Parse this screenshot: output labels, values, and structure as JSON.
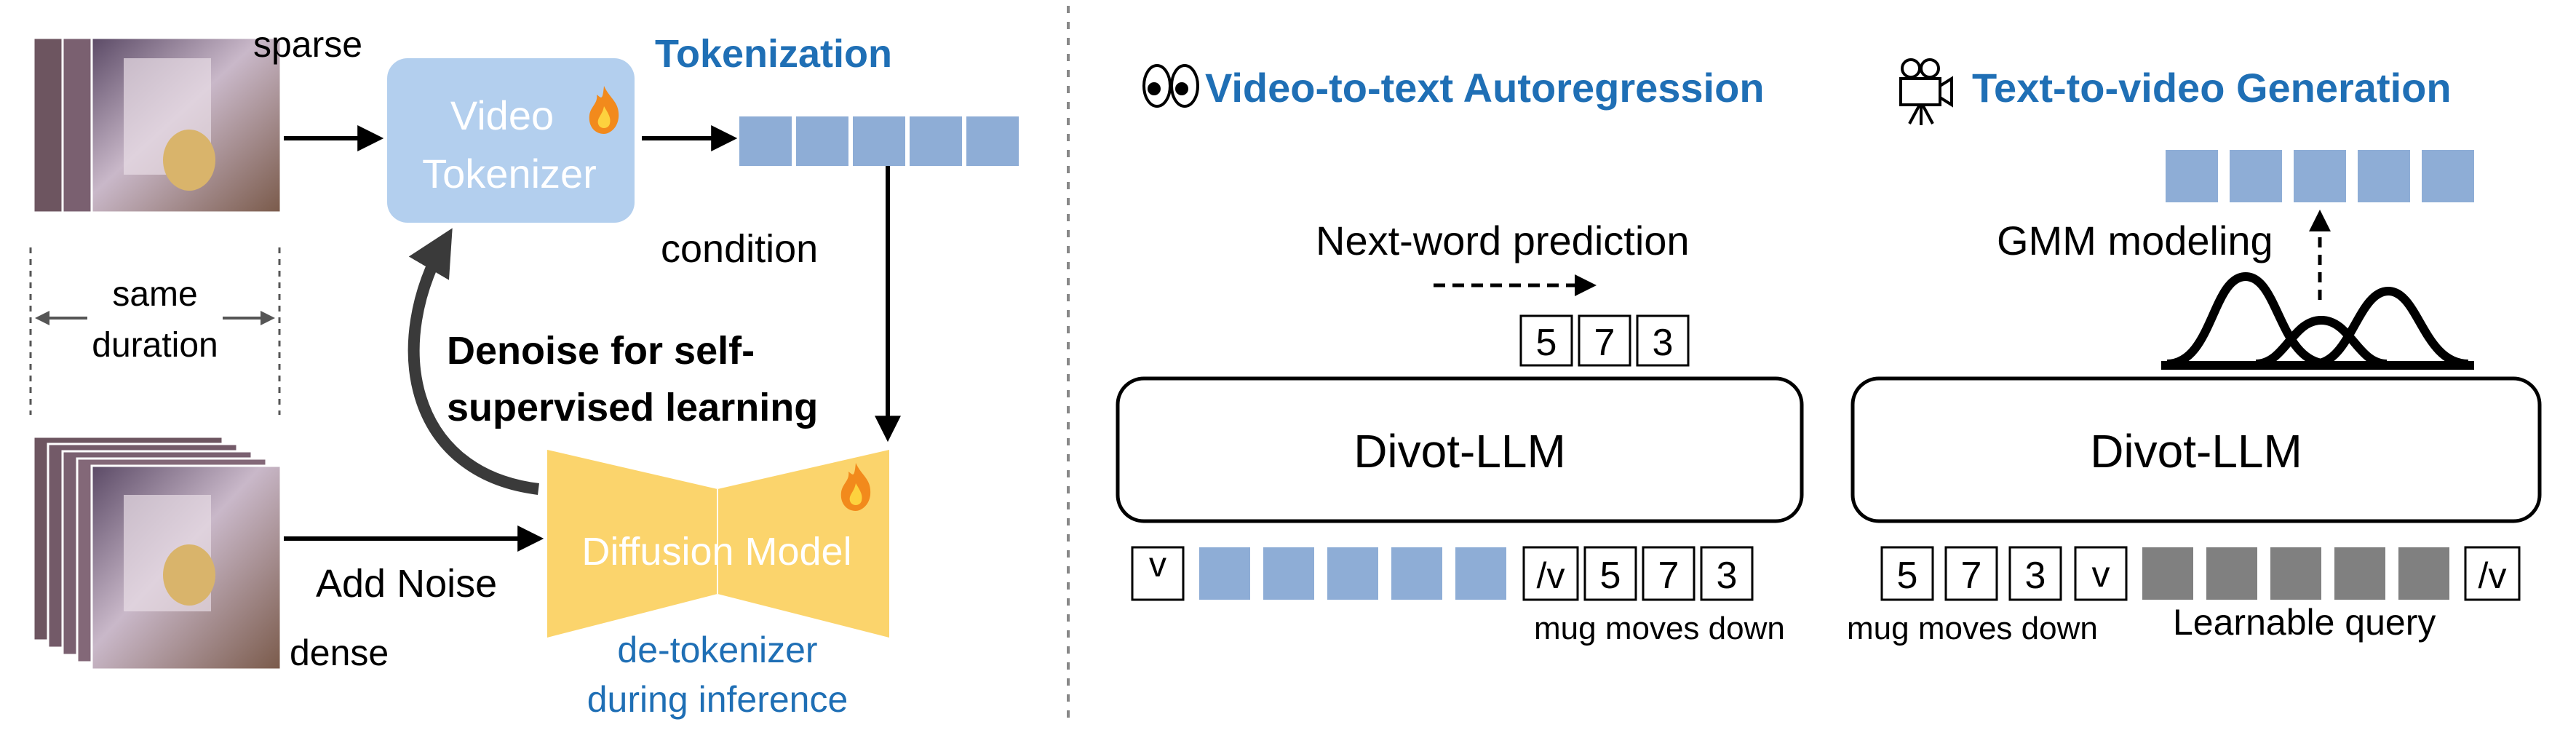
{
  "left_panel": {
    "sparse_label": "sparse",
    "dense_label": "dense",
    "same_label_1": "same",
    "same_label_2": "duration",
    "tokenizer_line1": "Video",
    "tokenizer_line2": "Tokenizer",
    "tokenization_title": "Tokenization",
    "condition_label": "condition",
    "denoise_line1": "Denoise for self-",
    "denoise_line2": "supervised learning",
    "add_noise_label": "Add Noise",
    "diffusion_label": "Diffusion Model",
    "detokenizer_line1": "de-tokenizer",
    "detokenizer_line2": "during inference"
  },
  "middle_panel": {
    "title": "Video-to-text Autoregression",
    "next_word_label": "Next-word prediction",
    "predicted_tokens": [
      "5",
      "7",
      "3"
    ],
    "llm_label": "Divot-LLM",
    "start_token": "v",
    "end_token": "/v",
    "text_tokens": [
      "5",
      "7",
      "3"
    ],
    "caption": "mug moves down"
  },
  "right_panel": {
    "title": "Text-to-video Generation",
    "gmm_label": "GMM modeling",
    "llm_label": "Divot-LLM",
    "text_tokens": [
      "5",
      "7",
      "3"
    ],
    "start_token": "v",
    "end_token": "/v",
    "caption": "mug moves down",
    "query_label": "Learnable query"
  },
  "colors": {
    "blue_title": "#1f6fb5",
    "token_blue": "#8eadd6",
    "tokenizer_box": "#b3cfee",
    "diffusion_fill": "#fbd46c",
    "query_gray": "#808080",
    "divider": "#888888"
  },
  "icons": [
    "eyes-icon",
    "camera-icon",
    "fire-icon"
  ]
}
